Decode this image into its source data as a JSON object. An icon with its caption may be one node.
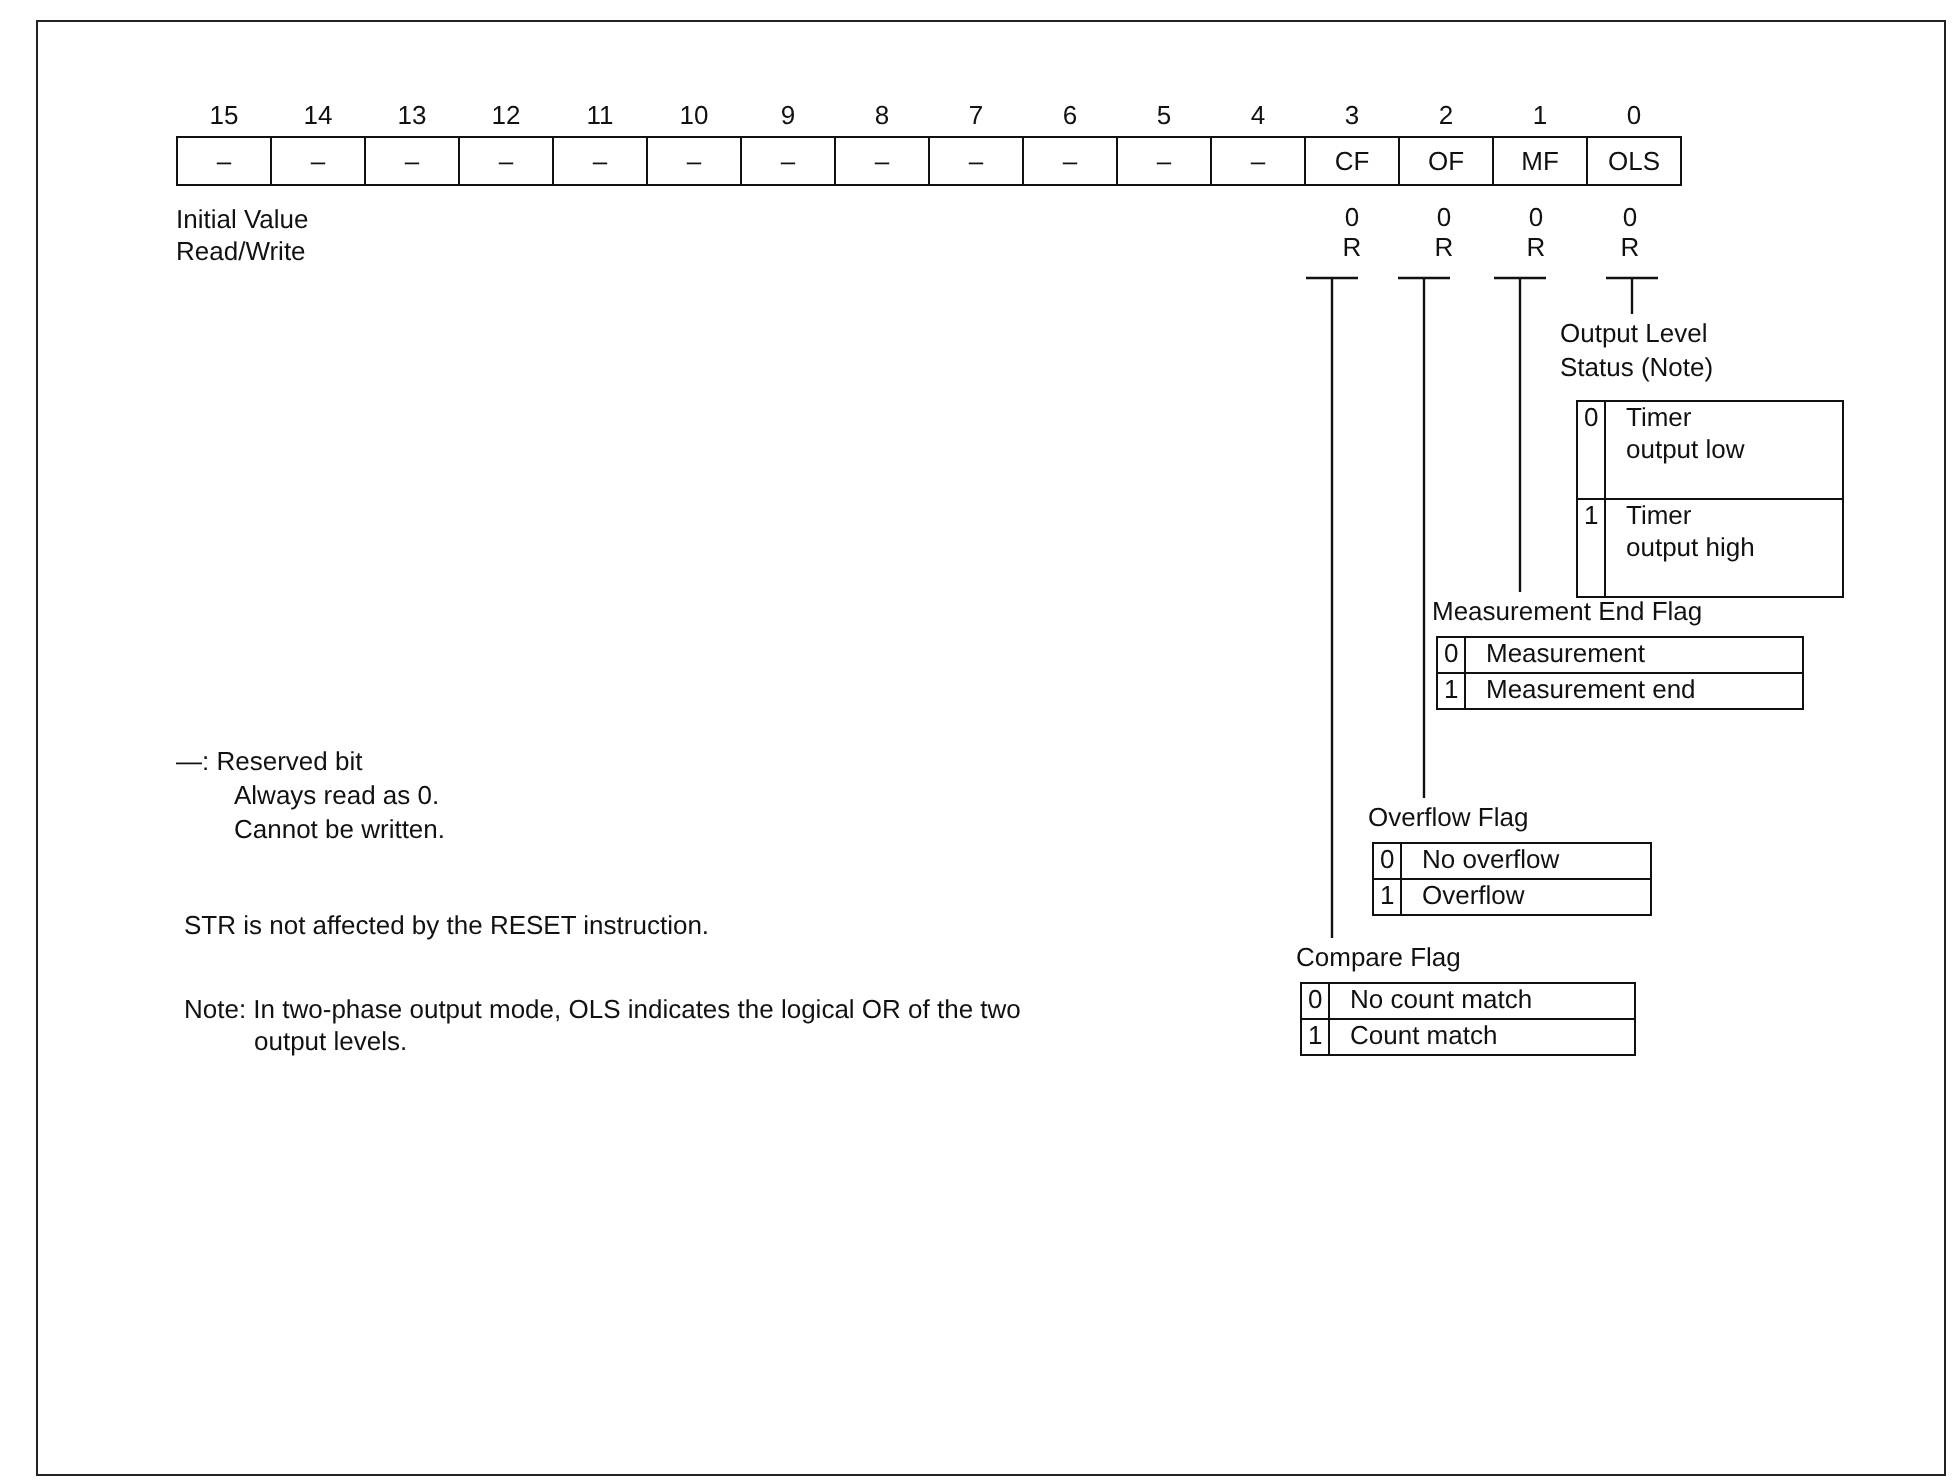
{
  "diagram": {
    "nodes": [
      {
        "text": [
          "–"
        ]
      },
      {
        "text": [
          "–"
        ]
      },
      {
        "text": [
          "–"
        ]
      },
      {
        "text": [
          "–"
        ]
      },
      {
        "text": [
          "–"
        ]
      },
      {
        "text": [
          "–"
        ]
      },
      {
        "text": [
          "–"
        ]
      },
      {
        "text": [
          "–"
        ]
      },
      {
        "text": [
          "–"
        ]
      },
      {
        "text": [
          "–"
        ]
      },
      {
        "text": [
          "–"
        ]
      },
      {
        "text": [
          "–"
        ]
      },
      {
        "text": [
          "CF"
        ]
      },
      {
        "text": [
          "OF"
        ]
      },
      {
        "text": [
          "MF"
        ]
      },
      {
        "text": [
          "OLS"
        ]
      },
      {
        "text": [
          "R"
        ]
      },
      {
        "text": [
          "R"
        ]
      },
      {
        "text": [
          "R"
        ]
      },
      {
        "text": [
          "R"
        ]
      },
      {
        "text": [
          "Output Level Status (Note)"
        ]
      },
      {
        "text": [
          "0",
          "Timer output low"
        ],
        "in": 20
      },
      {
        "text": [
          "1",
          "Timer output high"
        ],
        "in": 20
      },
      {
        "text": [
          "Measurement End Flag"
        ]
      },
      {
        "text": [
          "0",
          "Measurement"
        ],
        "in": 23
      },
      {
        "text": [
          "1",
          "Measurement end"
        ],
        "in": 23
      },
      {
        "text": [
          "Overflow Flag"
        ]
      },
      {
        "text": [
          "0",
          "No overflow"
        ],
        "in": 26
      },
      {
        "text": [
          "1",
          "Overflow"
        ],
        "in": 26
      },
      {
        "text": [
          "Compare Flag"
        ]
      },
      {
        "text": [
          "0",
          "No count match"
        ],
        "in": 29
      },
      {
        "text": [
          "1",
          "Count match"
        ],
        "in": 29
      }
    ],
    "edges": [
      {
        "from": 16,
        "to": 29,
        "arrow": "none"
      },
      {
        "from": 17,
        "to": 26,
        "arrow": "none"
      },
      {
        "from": 18,
        "to": 23,
        "arrow": "none"
      },
      {
        "from": 19,
        "to": 20,
        "arrow": "none"
      }
    ],
    "labels": [
      "15",
      "14",
      "13",
      "12",
      "11",
      "10",
      "9",
      "8",
      "7",
      "6",
      "5",
      "4",
      "3",
      "2",
      "1",
      "0",
      "Initial Value",
      "0",
      "0",
      "0",
      "0",
      "Read/Write",
      "—: Reserved bit",
      "Always read as 0.",
      "Cannot be written.",
      "STR is not affected by the RESET instruction.",
      "Note: In two-phase output mode, OLS indicates the logical OR of the two output levels."
    ]
  }
}
